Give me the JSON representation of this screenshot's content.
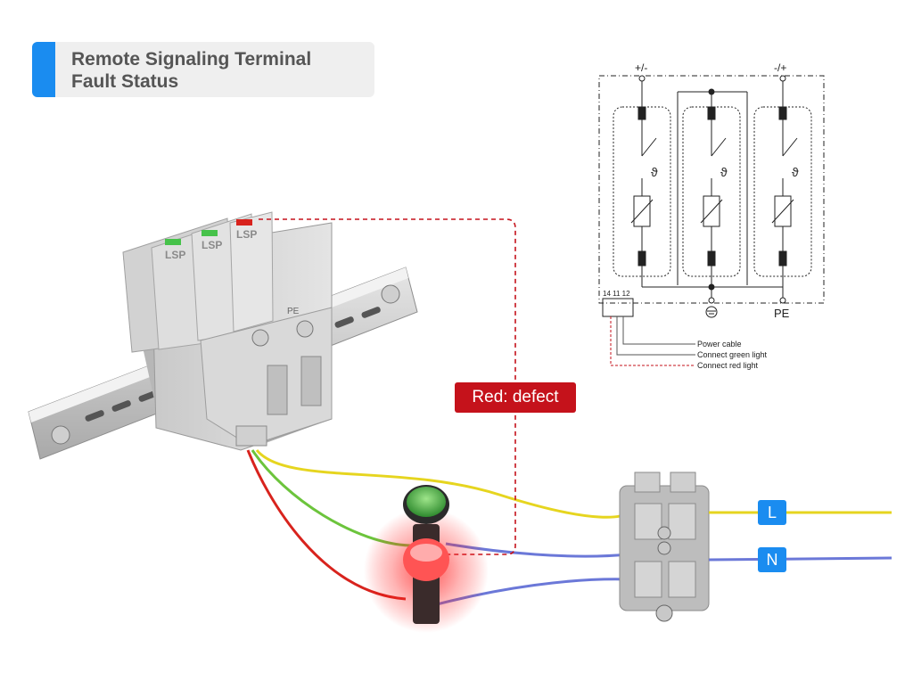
{
  "title": {
    "line1": "Remote Signaling Terminal",
    "line2": "Fault Status"
  },
  "callout": {
    "label": "Red: defect",
    "color": "#c5121b"
  },
  "device": {
    "brand": "LSP",
    "pe_label": "PE"
  },
  "wiring": {
    "line_label": "L",
    "neutral_label": "N",
    "wire_colors": {
      "yellow": "#e6d51f",
      "green": "#6cc43c",
      "red": "#d8231d",
      "blue": "#6b78d8"
    }
  },
  "schematic": {
    "top_left_label": "+/-",
    "top_right_label": "-/+",
    "bottom_pe_label": "PE",
    "terminal_numbers": "14 11 12",
    "thermal_symbol": "ϑ",
    "legend": [
      "Power cable",
      "Connect green light",
      "Connect red light"
    ]
  },
  "colors": {
    "accent_blue": "#1a8cf0",
    "title_bg": "#efefef",
    "defect_red": "#c5121b"
  }
}
